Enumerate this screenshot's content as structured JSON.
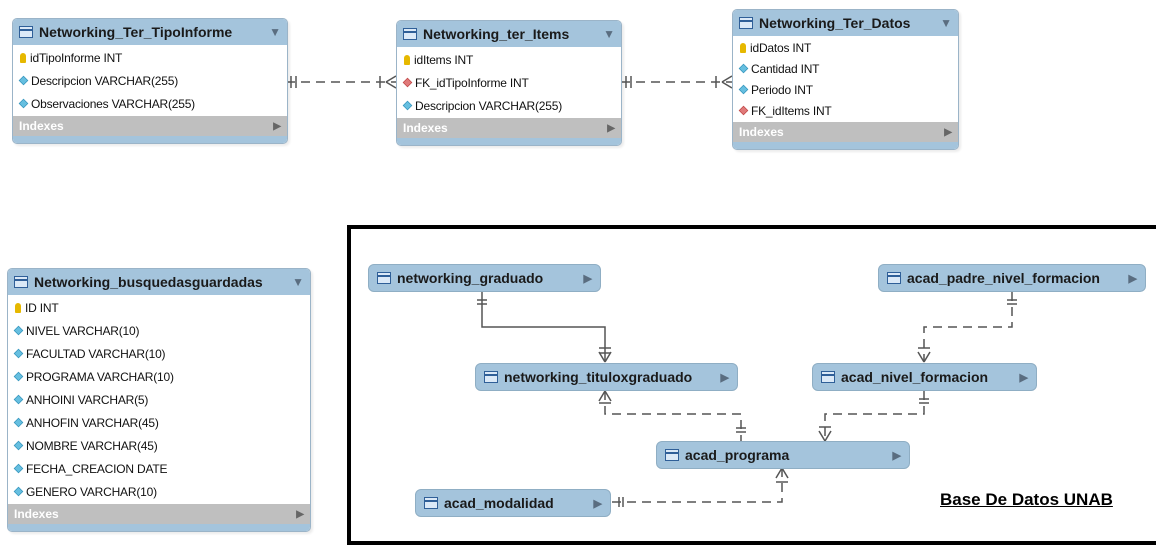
{
  "entities": {
    "tipo_informe": {
      "title": "Networking_Ter_TipoInforme",
      "columns": [
        "idTipoInforme INT",
        "Descripcion VARCHAR(255)",
        "Observaciones VARCHAR(255)"
      ],
      "indexes": "Indexes"
    },
    "ter_items": {
      "title": "Networking_ter_Items",
      "columns": [
        "idItems INT",
        "FK_idTipoInforme INT",
        "Descripcion VARCHAR(255)"
      ],
      "indexes": "Indexes"
    },
    "ter_datos": {
      "title": "Networking_Ter_Datos",
      "columns": [
        "idDatos INT",
        "Cantidad INT",
        "Periodo INT",
        "FK_idItems INT"
      ],
      "indexes": "Indexes"
    },
    "busquedas": {
      "title": "Networking_busquedasguardadas",
      "columns": [
        "ID INT",
        "NIVEL VARCHAR(10)",
        "FACULTAD VARCHAR(10)",
        "PROGRAMA VARCHAR(10)",
        "ANHOINI VARCHAR(5)",
        "ANHOFIN VARCHAR(45)",
        "NOMBRE VARCHAR(45)",
        "FECHA_CREACION DATE",
        "GENERO VARCHAR(10)"
      ],
      "indexes": "Indexes"
    }
  },
  "unab": {
    "label": "Base De Datos UNAB",
    "tables": {
      "graduado": "networking_graduado",
      "padre_nivel": "acad_padre_nivel_formacion",
      "tituloxgraduado": "networking_tituloxgraduado",
      "nivel_formacion": "acad_nivel_formacion",
      "programa": "acad_programa",
      "modalidad": "acad_modalidad"
    }
  },
  "colors": {
    "header": "#a4c4dc",
    "indexes_bar": "#bfbfbf",
    "pk_icon": "#e6b800",
    "column_icon": "#66bfe0",
    "fk_icon": "#e07a7a"
  }
}
